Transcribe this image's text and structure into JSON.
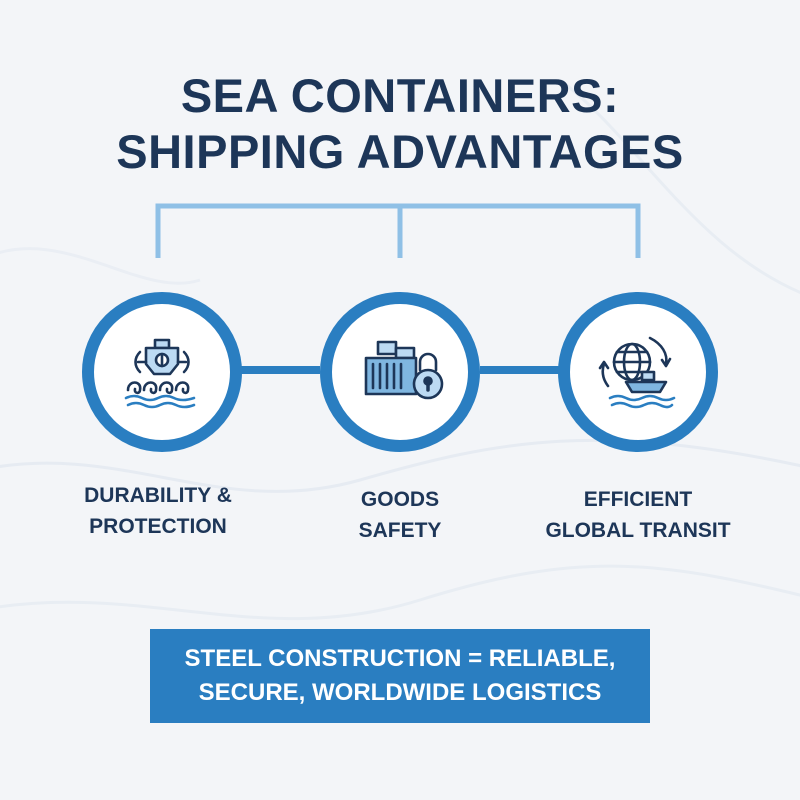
{
  "title": {
    "line1": "SEA CONTAINERS:",
    "line2": "SHIPPING ADVANTAGES"
  },
  "advantages": [
    {
      "line1": "DURABILITY &",
      "line2": "PROTECTION",
      "icon": "container-waves-icon"
    },
    {
      "line1": "GOODS",
      "line2": "SAFETY",
      "icon": "container-lock-icon"
    },
    {
      "line1": "EFFICIENT",
      "line2": "GLOBAL TRANSIT",
      "icon": "globe-ship-icon"
    }
  ],
  "banner": {
    "line1": "STEEL CONSTRUCTION = RELIABLE,",
    "line2": "SECURE, WORLDWIDE LOGISTICS"
  },
  "colors": {
    "navy": "#1d3658",
    "accent_blue": "#2a7ec1",
    "light_blue": "#7fb6e0",
    "background": "#f3f5f8"
  }
}
